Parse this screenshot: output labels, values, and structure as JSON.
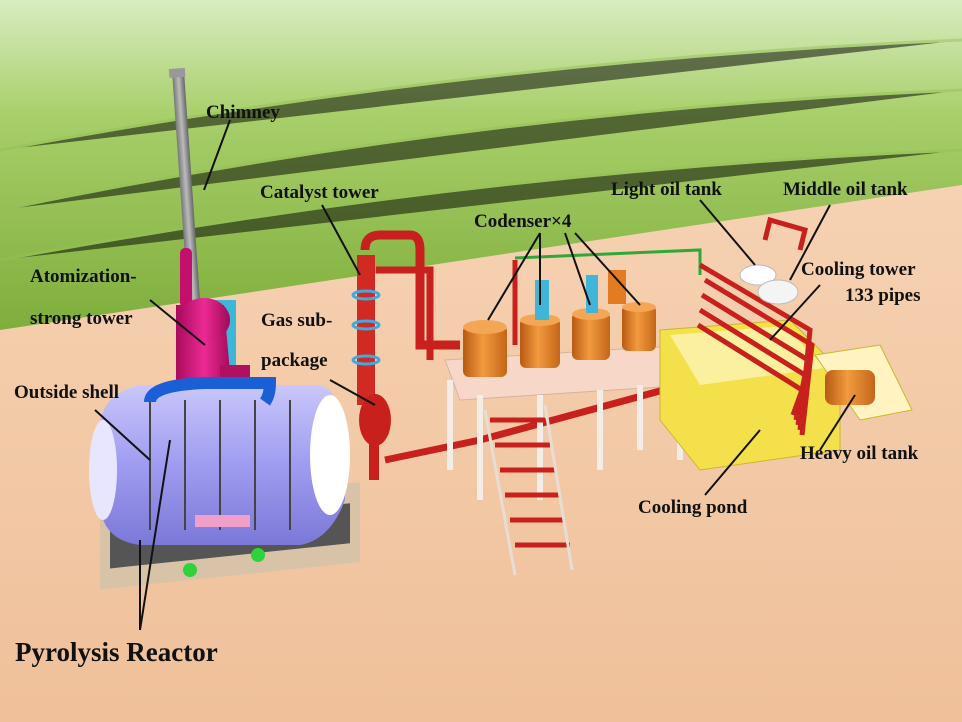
{
  "labels": {
    "chimney": "Chimney",
    "catalyst_tower": "Catalyst tower",
    "condenser": "Codenser×4",
    "light_oil_tank": "Light oil tank",
    "middle_oil_tank": "Middle oil tank",
    "cooling_tower_line1": "Cooling tower",
    "cooling_tower_line2": "133 pipes",
    "atomization_line1": "Atomization-",
    "atomization_line2": "strong tower",
    "gas_sub_line1": "Gas sub-",
    "gas_sub_line2": "package",
    "outside_shell": "Outside shell",
    "heavy_oil_tank": "Heavy oil tank",
    "cooling_pond": "Cooling pond",
    "pyrolysis_reactor": "Pyrolysis Reactor"
  },
  "colors": {
    "grass": "#8fbf4a",
    "ground": "#f0c4a0",
    "reactor": "#a9a6f0",
    "pipe_red": "#c8211d",
    "condenser_orange": "#e37b22",
    "tower_magenta": "#d3127a",
    "pond_yellow": "#f3e04a"
  }
}
